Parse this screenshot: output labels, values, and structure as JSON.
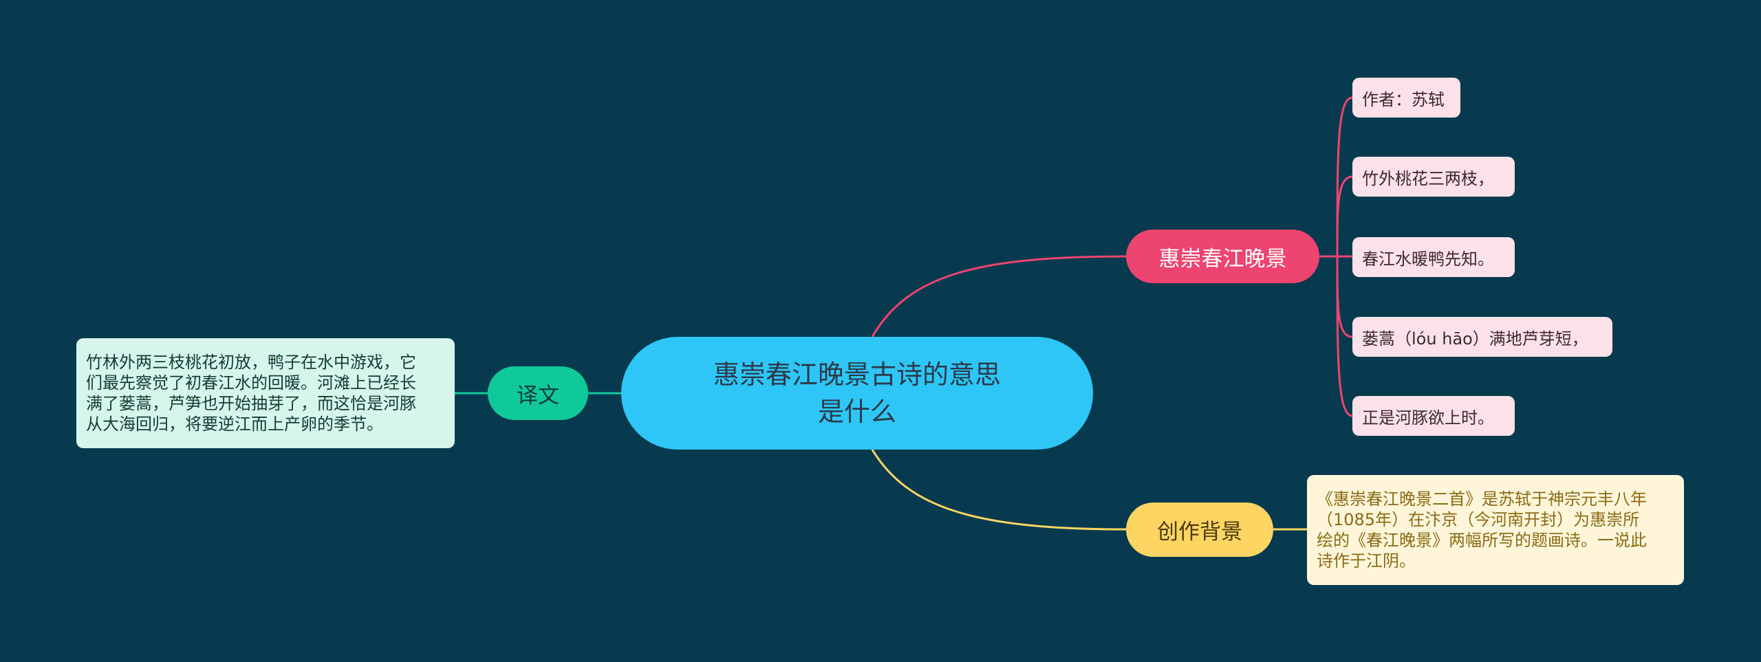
{
  "center": {
    "title_line1": "惠崇春江晚景古诗的意思",
    "title_line2": "是什么"
  },
  "branches": {
    "poem": {
      "label": "惠崇春江晚景",
      "lines": [
        "作者：苏轼",
        "竹外桃花三两枝，",
        "春江水暖鸭先知。",
        "蒌蒿（lóu hāo）满地芦芽短，",
        "正是河豚欲上时。"
      ]
    },
    "background": {
      "label": "创作背景",
      "text_lines": [
        "《惠崇春江晚景二首》是苏轼于神宗元丰八年",
        "（1085年）在汴京（今河南开封）为惠崇所",
        "绘的《春江晚景》两幅所写的题画诗。一说此",
        "诗作于江阴。"
      ]
    },
    "translation": {
      "label": "译文",
      "text_lines": [
        "竹林外两三枝桃花初放，鸭子在水中游戏，它",
        "们最先察觉了初春江水的回暖。河滩上已经长",
        "满了蒌蒿，芦笋也开始抽芽了，而这恰是河豚",
        "从大海回归，将要逆江而上产卵的季节。"
      ]
    }
  },
  "colors": {
    "background": "#073a4e",
    "center": "#2ec6f6",
    "poem": "#ee4470",
    "background_branch": "#fed563",
    "translation": "#10c99a"
  }
}
